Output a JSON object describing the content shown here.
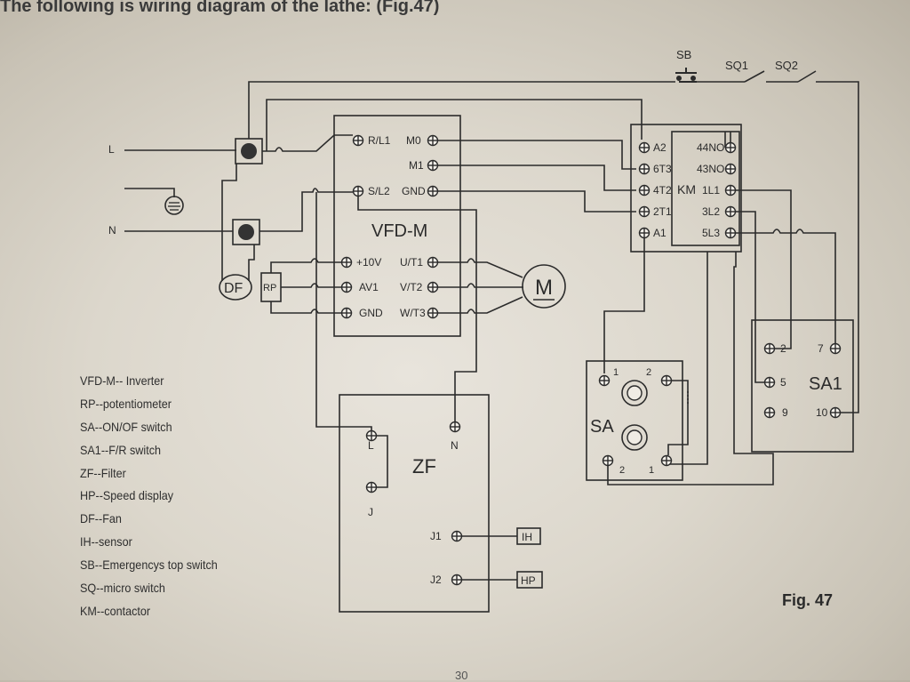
{
  "title": "The following is wiring diagram of the lathe: (Fig.47)",
  "figure_caption": "Fig. 47",
  "page_number": "30",
  "inputs": {
    "L": "L",
    "N": "N"
  },
  "switches": {
    "sb": "SB",
    "sq1": "SQ1",
    "sq2": "SQ2"
  },
  "fan": "DF",
  "potentiometer": "RP",
  "motor": "M",
  "vfd": {
    "name": "VFD-M",
    "terminals": {
      "rl1": "R/L1",
      "sl2": "S/L2",
      "m0": "M0",
      "m1": "M1",
      "gnd_top": "GND",
      "p10v": "+10V",
      "av1": "AV1",
      "gnd_bottom": "GND",
      "ut1": "U/T1",
      "vt2": "V/T2",
      "wt3": "W/T3"
    }
  },
  "contactor": {
    "name": "KM",
    "terminals": {
      "a2": "A2",
      "t6": "6T3",
      "t4": "4T2",
      "t2": "2T1",
      "a1": "A1",
      "no44": "44NO",
      "no43": "43NO",
      "l1": "1L1",
      "l3": "3L2",
      "l5": "5L3"
    }
  },
  "filter": {
    "name": "ZF",
    "terminals": {
      "L": "L",
      "N": "N",
      "J": "J",
      "J1": "J1",
      "J2": "J2"
    }
  },
  "sensor": "IH",
  "display": "HP",
  "sa": {
    "name": "SA",
    "labels": [
      "1",
      "2",
      "2",
      "1"
    ]
  },
  "sa1": {
    "name": "SA1",
    "labels": [
      "2",
      "7",
      "5",
      "9",
      "10"
    ]
  },
  "legend": [
    "VFD-M-- Inverter",
    "RP--potentiometer",
    "SA--ON/OF switch",
    "SA1--F/R switch",
    "ZF--Filter",
    "HP--Speed display",
    "DF--Fan",
    "IH--sensor",
    "SB--Emergencys top switch",
    "SQ--micro switch",
    "KM--contactor"
  ]
}
